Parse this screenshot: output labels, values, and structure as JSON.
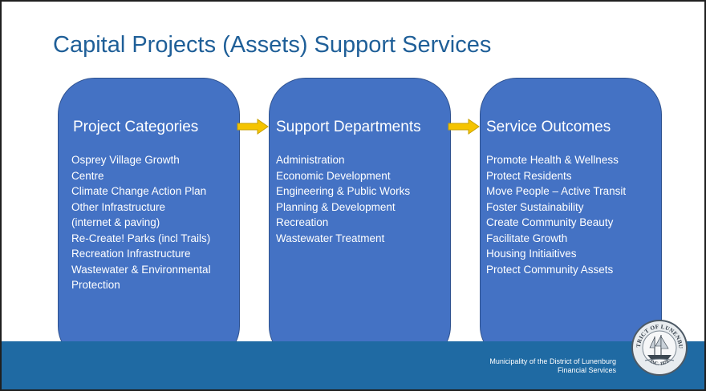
{
  "title": "Capital Projects (Assets) Support Services",
  "boxes": [
    {
      "heading": "Project Categories",
      "items": [
        "Osprey Village Growth",
        "Centre",
        "Climate Change Action Plan",
        "Other Infrastructure",
        "(internet & paving)",
        "Re-Create! Parks (incl Trails)",
        "Recreation Infrastructure",
        "Wastewater & Environmental",
        "Protection"
      ]
    },
    {
      "heading": "Support Departments",
      "items": [
        "Administration",
        "Economic Development",
        "Engineering & Public Works",
        "Planning & Development",
        "Recreation",
        "Wastewater Treatment"
      ]
    },
    {
      "heading": "Service Outcomes",
      "items": [
        "Promote Health & Wellness",
        "Protect Residents",
        "Move People – Active Transit",
        "Foster Sustainability",
        "Create Community Beauty",
        "Facilitate Growth",
        "Housing Initiaitives",
        "Protect Community Assets"
      ]
    }
  ],
  "footer": {
    "line1": "Municipality of the District of Lunenburg",
    "line2": "Financial Services"
  },
  "seal": {
    "text_top": "DISTRICT OF LUNENBURG",
    "text_bottom": "INC. 1879"
  },
  "colors": {
    "title": "#1f5f98",
    "box_fill": "#4472c4",
    "arrow_fill": "#f5c400",
    "footer_bar": "#1f6aa3"
  },
  "icons": {
    "arrow": "right-arrow-icon",
    "seal": "district-seal-icon"
  }
}
